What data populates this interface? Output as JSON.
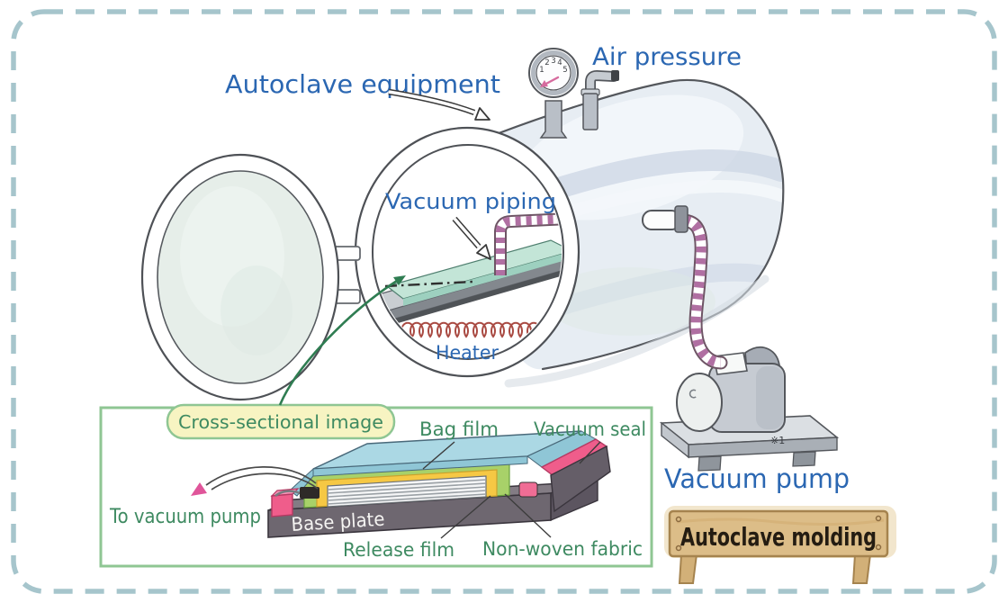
{
  "labels": {
    "autoclave_equipment": "Autoclave equipment",
    "air_pressure": "Air pressure",
    "vacuum_piping": "Vacuum piping",
    "heater": "Heater",
    "vacuum_pump": "Vacuum pump"
  },
  "cross_section": {
    "title": "Cross-sectional image",
    "bag_film": "Bag film",
    "vacuum_seal": "Vacuum seal",
    "to_vacuum_pump": "To vacuum pump",
    "base_plate": "Base plate",
    "release_film": "Release film",
    "non_woven_fabric": "Non-woven fabric"
  },
  "sign": {
    "text": "Autoclave molding"
  },
  "pump": {
    "footnote": "※1"
  },
  "gauge": {
    "ticks": [
      "1",
      "2",
      "3",
      "4",
      "5"
    ]
  },
  "colors": {
    "label_blue": "#2b67b2",
    "label_green": "#3e8a61",
    "border_dash": "#a6c5cc",
    "seal_pink": "#ef5d8b",
    "pipe_stripe": "#b06fa2",
    "heater_red": "#a94a42",
    "wood": "#dcbd88"
  }
}
